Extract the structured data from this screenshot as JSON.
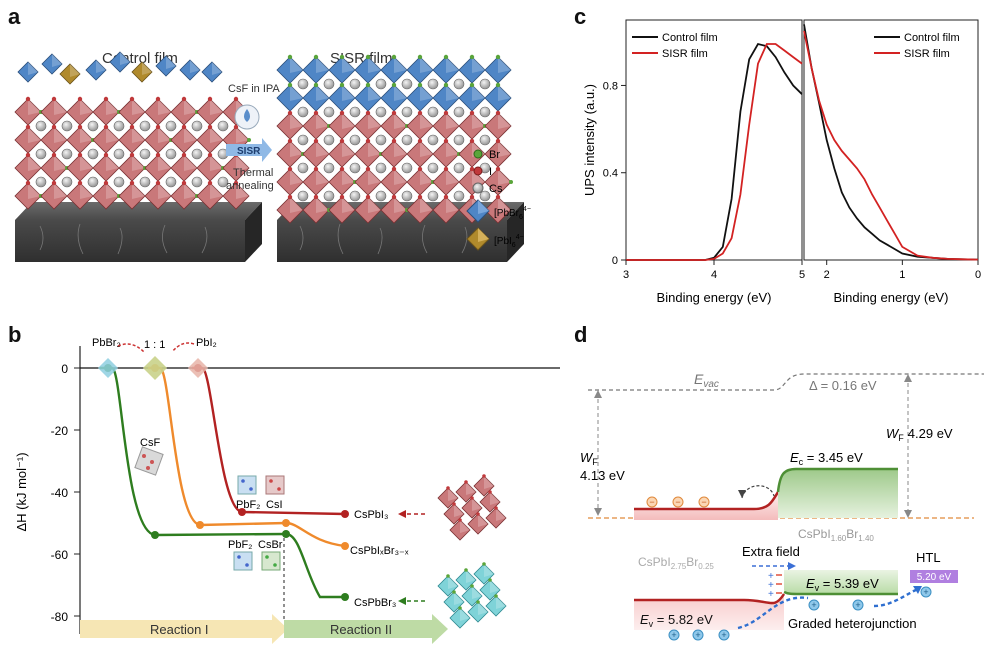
{
  "panel_labels": {
    "a": "a",
    "b": "b",
    "c": "c",
    "d": "d"
  },
  "panel_a": {
    "left_title": "Control film",
    "right_title": "SISR film",
    "process_top": "CsF in IPA",
    "process_mid": "SISR",
    "process_bottom_1": "Thermal",
    "process_bottom_2": "annealing",
    "legend": [
      {
        "label": "Br",
        "color": "#5aa53a"
      },
      {
        "label": "I",
        "color": "#c0393b"
      },
      {
        "label": "Cs",
        "color": "#a9a9a9"
      }
    ],
    "legend_octa": [
      {
        "label": "[PbBr",
        "sub": "6",
        "sup": "4−",
        "color": "#4f86c6"
      },
      {
        "label": "[PbI",
        "sub": "6",
        "sup": "4−",
        "color": "#b08a2c"
      }
    ]
  },
  "panel_b": {
    "ylabel": "ΔH (kJ mol⁻¹)",
    "yticks": [
      "0",
      "-20",
      "-40",
      "-60",
      "-80"
    ],
    "reaction_1": "Reaction I",
    "reaction_2": "Reaction II",
    "labels": {
      "pbbr2": "PbBr₂",
      "ratio": "1 : 1",
      "pbi2": "PbI₂",
      "csf": "CsF",
      "pbf2_top": "PbF₂",
      "csi": "CsI",
      "pbf2_bot": "PbF₂",
      "csbr": "CsBr",
      "prod_i": "CsPbI₃",
      "prod_mix": "CsPbIₓBr₃₋ₓ",
      "prod_br": "CsPbBr₃"
    },
    "colors": {
      "red": "#b22222",
      "orange": "#ef8a2c",
      "green": "#2e7d1f"
    }
  },
  "chart_data": [
    {
      "type": "line",
      "title": "",
      "xlabel": "Binding energy (eV)",
      "ylabel": "UPS intensity (a.u.)",
      "xlim": [
        3,
        5
      ],
      "ylim": [
        0,
        1.1
      ],
      "xticks": [
        "3",
        "4",
        "5"
      ],
      "yticks": [
        "0",
        "0.4",
        "0.8"
      ],
      "series": [
        {
          "name": "Control film",
          "color": "#111111",
          "x": [
            3.0,
            3.6,
            3.9,
            4.0,
            4.1,
            4.2,
            4.3,
            4.4,
            4.5,
            4.6,
            4.7,
            4.8,
            4.9,
            5.0
          ],
          "y": [
            0,
            0,
            0,
            0.01,
            0.06,
            0.28,
            0.68,
            0.92,
            0.99,
            0.98,
            0.93,
            0.86,
            0.8,
            0.76
          ]
        },
        {
          "name": "SISR film",
          "color": "#d32222",
          "x": [
            3.0,
            3.6,
            3.9,
            4.0,
            4.1,
            4.2,
            4.3,
            4.4,
            4.5,
            4.6,
            4.7,
            4.8,
            4.9,
            5.0
          ],
          "y": [
            0,
            0,
            0,
            0.005,
            0.03,
            0.1,
            0.3,
            0.62,
            0.9,
            0.99,
            0.99,
            0.96,
            0.93,
            0.9
          ]
        }
      ]
    },
    {
      "type": "line",
      "title": "",
      "xlabel": "Binding energy (eV)",
      "ylabel": "",
      "xlim": [
        2.3,
        0
      ],
      "ylim": [
        0,
        1.1
      ],
      "xticks": [
        "2",
        "1",
        "0"
      ],
      "series": [
        {
          "name": "Control film",
          "color": "#111111",
          "x": [
            2.3,
            2.2,
            2.1,
            2.0,
            1.9,
            1.8,
            1.7,
            1.6,
            1.5,
            1.4,
            1.3,
            1.2,
            1.1,
            1.0,
            0.8,
            0.6,
            0.4,
            0.2,
            0.0
          ],
          "y": [
            1.08,
            0.88,
            0.72,
            0.55,
            0.42,
            0.31,
            0.24,
            0.19,
            0.15,
            0.12,
            0.09,
            0.07,
            0.05,
            0.03,
            0.015,
            0.01,
            0.005,
            0.003,
            0.002
          ]
        },
        {
          "name": "SISR film",
          "color": "#d32222",
          "x": [
            2.3,
            2.2,
            2.1,
            2.0,
            1.9,
            1.8,
            1.7,
            1.6,
            1.5,
            1.4,
            1.3,
            1.2,
            1.1,
            1.0,
            0.8,
            0.6,
            0.4,
            0.2,
            0.0
          ],
          "y": [
            1.05,
            0.88,
            0.73,
            0.62,
            0.55,
            0.5,
            0.46,
            0.42,
            0.37,
            0.3,
            0.24,
            0.18,
            0.12,
            0.06,
            0.02,
            0.01,
            0.005,
            0.003,
            0.002
          ]
        }
      ]
    }
  ],
  "panel_d": {
    "evac": "E",
    "evac_sub": "vac",
    "delta": "Δ = 0.16 eV",
    "wf_left_sym": "W",
    "wf_left_sub": "F",
    "wf_left_val": "4.13 eV",
    "wf_right_sym": "W",
    "wf_right_sub": "F",
    "wf_right_val": "4.29 eV",
    "ec_label": "E",
    "ec_sub": "c",
    "ec_val": " = 3.45 eV",
    "right_mat": "CsPbI",
    "right_mat_s1": "1.60",
    "right_mat_m": "Br",
    "right_mat_s2": "1.40",
    "left_mat": "CsPbI",
    "left_mat_s1": "2.75",
    "left_mat_m": "Br",
    "left_mat_s2": "0.25",
    "extra_field": "Extra field",
    "ev_right": "E",
    "ev_right_sub": "v",
    "ev_right_val": " = 5.39 eV",
    "htl": "HTL",
    "htl_val": "5.20 eV",
    "ev_left": "E",
    "ev_left_sub": "v",
    "ev_left_val": " = 5.82 eV",
    "graded": "Graded heterojunction"
  }
}
